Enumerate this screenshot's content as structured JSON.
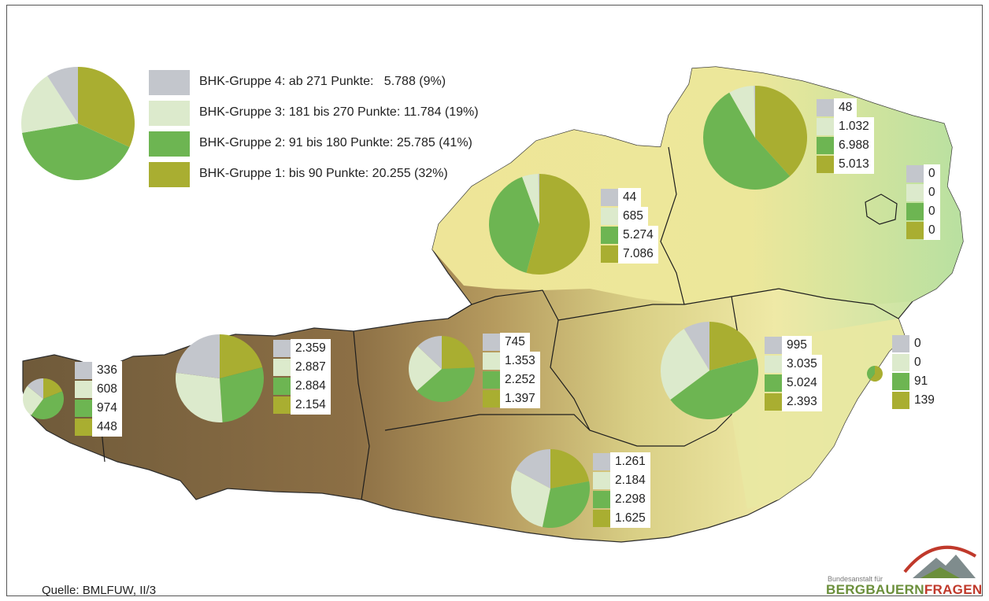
{
  "legend": {
    "items": [
      {
        "label": "BHK-Gruppe 4: ab 271 Punkte:   5.788 (9%)",
        "color": "#c3c6cc"
      },
      {
        "label": "BHK-Gruppe 3: 181 bis 270 Punkte: 11.784 (19%)",
        "color": "#dceacc"
      },
      {
        "label": "BHK-Gruppe 2: 91 bis 180 Punkte: 25.785 (41%)",
        "color": "#6db552"
      },
      {
        "label": "BHK-Gruppe 1: bis 90 Punkte: 20.255 (32%)",
        "color": "#a9ae31"
      }
    ],
    "pie_values": [
      5788,
      11784,
      25785,
      20255
    ]
  },
  "regions": [
    {
      "id": "vorarlberg",
      "values": [
        "336",
        "608",
        "974",
        "448"
      ]
    },
    {
      "id": "tirol",
      "values": [
        "2.359",
        "2.887",
        "2.884",
        "2.154"
      ]
    },
    {
      "id": "salzburg",
      "values": [
        "745",
        "1.353",
        "2.252",
        "1.397"
      ]
    },
    {
      "id": "oberoesterreich",
      "values": [
        "44",
        "685",
        "5.274",
        "7.086"
      ]
    },
    {
      "id": "niederoesterreich",
      "values": [
        "48",
        "1.032",
        "6.988",
        "5.013"
      ]
    },
    {
      "id": "wien",
      "values": [
        "0",
        "0",
        "0",
        "0"
      ]
    },
    {
      "id": "steiermark",
      "values": [
        "995",
        "3.035",
        "5.024",
        "2.393"
      ]
    },
    {
      "id": "kaernten",
      "values": [
        "1.261",
        "2.184",
        "2.298",
        "1.625"
      ]
    },
    {
      "id": "burgenland",
      "values": [
        "0",
        "0",
        "91",
        "139"
      ]
    }
  ],
  "source": "Quelle: BMLFUW, II/3",
  "logo": {
    "top_text": "Bundesanstalt für",
    "part1": "BERGBAUERN",
    "part2": "FRAGEN"
  }
}
